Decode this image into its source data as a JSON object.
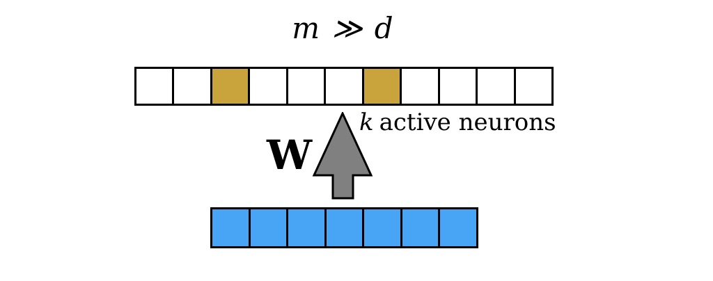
{
  "title": {
    "formula": "m ≫ d"
  },
  "hidden_layer": {
    "description": "overcomplete hidden layer of m neurons",
    "cells": [
      "inactive",
      "inactive",
      "active",
      "inactive",
      "inactive",
      "inactive",
      "active",
      "inactive",
      "inactive",
      "inactive",
      "inactive"
    ],
    "num_cells": 11,
    "colors": {
      "active": "#C9A43C",
      "inactive": "#FFFFFF"
    },
    "label_var": "k",
    "label_text": "active neurons"
  },
  "weight_arrow": {
    "label": "W",
    "fill_color": "#808080",
    "outline_color": "#000000"
  },
  "input_layer": {
    "description": "dense input vector of dimension d",
    "cells": [
      "filled",
      "filled",
      "filled",
      "filled",
      "filled",
      "filled",
      "filled"
    ],
    "num_cells": 7,
    "colors": {
      "filled": "#48A4F5"
    }
  },
  "style": {
    "border_color": "#000000",
    "background_color": "#FFFFFF"
  }
}
